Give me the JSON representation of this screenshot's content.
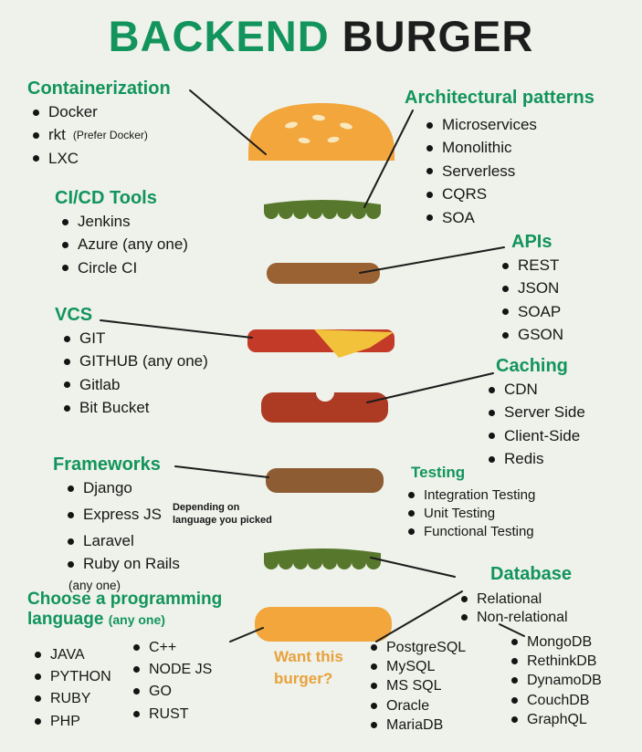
{
  "title": {
    "green": "BACKEND",
    "dark": "BURGER"
  },
  "colors": {
    "accent_green": "#12945c",
    "text": "#161616",
    "background": "#eef2ea",
    "bun": "#f2a63c",
    "lettuce": "#57772c",
    "patty_brown": "#9a6233",
    "patty_dark_brown": "#8e5c33",
    "patty_dark_red": "#ad3a23",
    "tomato": "#c33a28",
    "cheese": "#f2c23a",
    "callout_orange": "#e9a13c"
  },
  "burger": {
    "layers": [
      "top-bun",
      "lettuce",
      "patty",
      "tomato-and-cheese",
      "red-patty",
      "patty",
      "lettuce",
      "bottom-bun"
    ]
  },
  "sections": {
    "containerization": {
      "heading": "Containerization",
      "items": [
        {
          "label": "Docker"
        },
        {
          "label": "rkt",
          "note": "(Prefer Docker)"
        },
        {
          "label": "LXC"
        }
      ]
    },
    "cicd": {
      "heading": "CI/CD Tools",
      "items": [
        "Jenkins",
        "Azure (any one)",
        "Circle CI"
      ]
    },
    "vcs": {
      "heading": "VCS",
      "items": [
        "GIT",
        "GITHUB  (any one)",
        "Gitlab",
        "Bit Bucket"
      ]
    },
    "frameworks": {
      "heading": "Frameworks",
      "items": [
        {
          "label": "Django"
        },
        {
          "label": "Express JS",
          "note_line1": "Depending on",
          "note_line2": "language you picked"
        },
        {
          "label": "Laravel"
        },
        {
          "label": "Ruby on Rails"
        }
      ],
      "footnote": "(any one)"
    },
    "language": {
      "heading_line1": "Choose a programming",
      "heading_line2": "language",
      "heading_note": "(any one)",
      "col1": [
        "JAVA",
        "PYTHON",
        "RUBY",
        "PHP"
      ],
      "col2": [
        "C++",
        "NODE JS",
        "GO",
        "RUST"
      ]
    },
    "architecture": {
      "heading": "Architectural patterns",
      "items": [
        "Microservices",
        "Monolithic",
        "Serverless",
        "CQRS",
        "SOA"
      ]
    },
    "apis": {
      "heading": "APIs",
      "items": [
        "REST",
        "JSON",
        "SOAP",
        "GSON"
      ]
    },
    "caching": {
      "heading": "Caching",
      "items": [
        "CDN",
        "Server Side",
        "Client-Side",
        "Redis"
      ]
    },
    "testing": {
      "heading": "Testing",
      "items": [
        "Integration Testing",
        "Unit Testing",
        "Functional Testing"
      ]
    },
    "database": {
      "heading": "Database",
      "items": [
        "Relational",
        "Non-relational"
      ],
      "relational_dbs": [
        "PostgreSQL",
        "MySQL",
        "MS SQL",
        "Oracle",
        "MariaDB"
      ],
      "non_relational_dbs": [
        "MongoDB",
        "RethinkDB",
        "DynamoDB",
        "CouchDB",
        "GraphQL"
      ]
    }
  },
  "callout": {
    "line1": "Want this",
    "line2": "burger?"
  }
}
